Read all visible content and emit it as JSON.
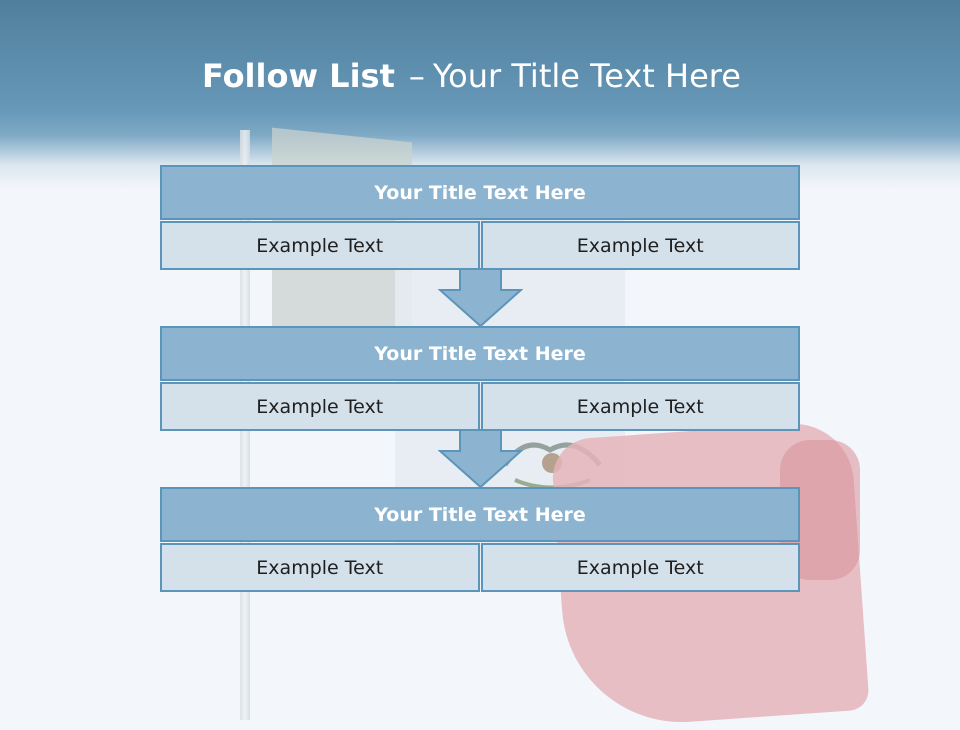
{
  "slide": {
    "title_bold": "Follow List",
    "title_separator": "–",
    "title_rest": "Your Title Text Here"
  },
  "steps": [
    {
      "title": "Your Title Text Here",
      "left": "Example Text",
      "right": "Example Text"
    },
    {
      "title": "Your Title Text Here",
      "left": "Example Text",
      "right": "Example Text"
    },
    {
      "title": "Your Title Text Here",
      "left": "Example Text",
      "right": "Example Text"
    }
  ],
  "colors": {
    "header": "#6798b8",
    "box_title": "#8cb4d0",
    "box_border": "#5b95b9",
    "box_cell": "#d4e0ea"
  },
  "background_image": "mexican-flag"
}
